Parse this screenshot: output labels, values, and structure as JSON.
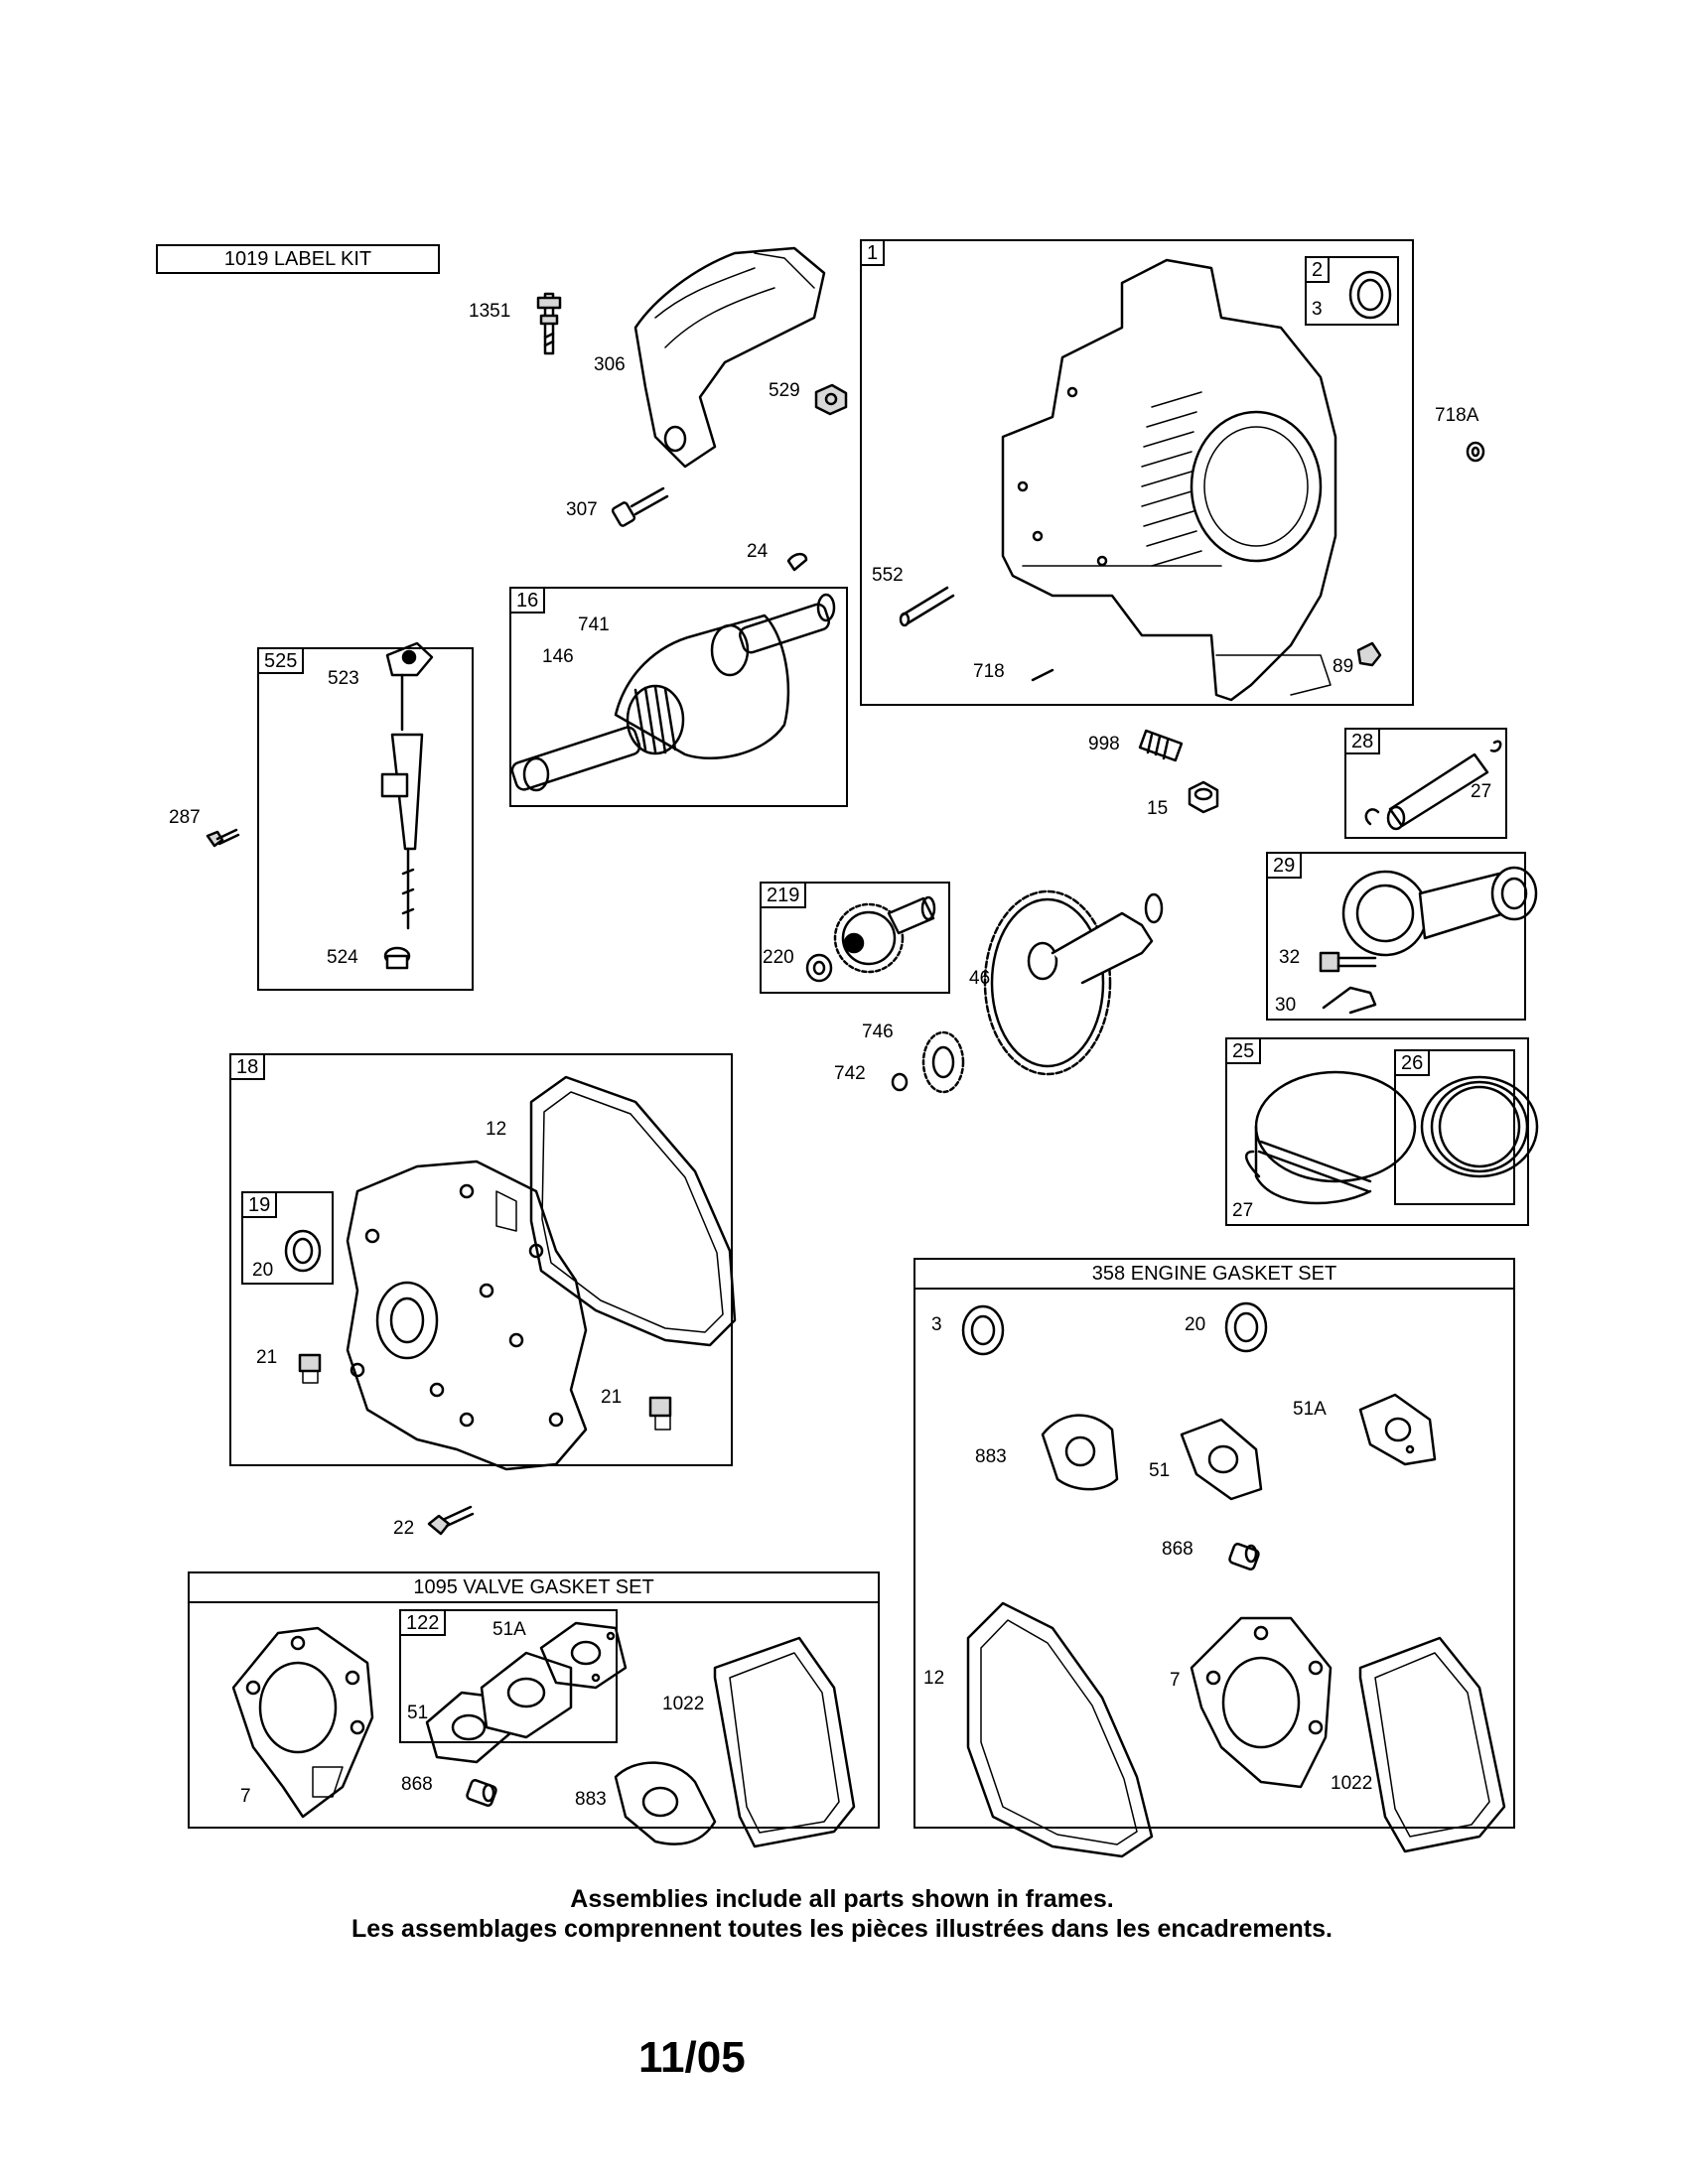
{
  "label_kit": "1019 LABEL KIT",
  "frames": {
    "block": "1",
    "seal_box": "2",
    "crankshaft": "16",
    "dipstick": "525",
    "cover": "18",
    "cover_seal": "19",
    "governor": "219",
    "pin": "28",
    "rod": "29",
    "piston": "25",
    "rings": "26",
    "valve_set": "1095 VALVE GASKET SET",
    "intake": "122",
    "engine_set": "358 ENGINE GASKET SET"
  },
  "callouts": {
    "p1351": "1351",
    "p306": "306",
    "p529": "529",
    "p307": "307",
    "p24": "24",
    "p3a": "3",
    "p718A": "718A",
    "p552": "552",
    "p718": "718",
    "p89": "89",
    "p741": "741",
    "p146": "146",
    "p523": "523",
    "p287": "287",
    "p524": "524",
    "p998": "998",
    "p15": "15",
    "p27a": "27",
    "p220": "220",
    "p46": "46",
    "p32": "32",
    "p30": "30",
    "p746": "746",
    "p742": "742",
    "p27b": "27",
    "p12a": "12",
    "p20a": "20",
    "p21a": "21",
    "p21b": "21",
    "p22": "22",
    "p3b": "3",
    "p20b": "20",
    "p51Aa": "51A",
    "p883a": "883",
    "p51a": "51",
    "p868a": "868",
    "p12b": "12",
    "p7a": "7",
    "p1022a": "1022",
    "p51Ab": "51A",
    "p51b": "51",
    "p1022b": "1022",
    "p7b": "7",
    "p868b": "868",
    "p883b": "883"
  },
  "notes": {
    "english": "Assemblies include all parts shown in frames.",
    "french": "Les assemblages comprennent toutes les pièces illustrées dans les encadrements."
  },
  "page_number": "11/05"
}
